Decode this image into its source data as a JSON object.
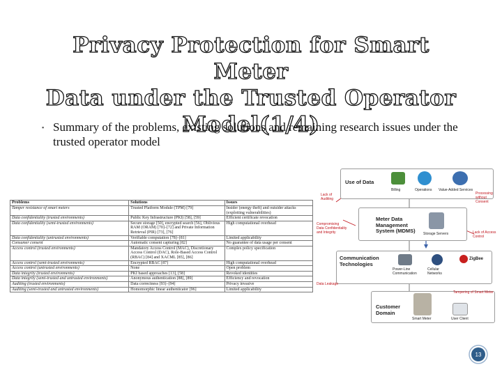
{
  "title": {
    "line1": "Privacy Protection for Smart Meter",
    "line2": "Data under the Trusted Operator",
    "line3": "Model(1/4)"
  },
  "bullet": {
    "marker": "▪",
    "text": "Summary of the problems, existing solutions and remaining research issues under the trusted operator model"
  },
  "table": {
    "headers": [
      "Problems",
      "Solutions",
      "Issues"
    ],
    "rows": [
      [
        "Tamper resistance of smart meters",
        "Trusted Platform Module (TPM) [79]",
        "Insider (energy theft) and outsider attacks (exploiting vulnerabilities)"
      ],
      [
        "Data confidentiality (trusted environments)",
        "Public Key Infrastructure (PKI) [58], [59]",
        "Efficient certificate revocation"
      ],
      [
        "Data confidentiality (semi-trusted environments)",
        "Secure storage [50], encrypted search [56], Oblivious RAM (ORAM) [70]–[72] and Private Information Retrieval (PIR) [73], [76]",
        "High computational overhead"
      ],
      [
        "Data confidentiality (untrusted environments)",
        "Verifiable computation [78]–[81]",
        "Limited applicability"
      ],
      [
        "Consumer consent",
        "Automatic consent capturing [82]",
        "No guarantee of data usage per consent"
      ],
      [
        "Access control (trusted environments)",
        "Mandatory Access Control (MAC), Discretionary Access Control (DAC), Role-Based Access Control (RBAC) [84] and XACML [85], [86]",
        "Complex policy specification"
      ],
      [
        "Access control (semi-trusted environments)",
        "Encrypted RBAC [87]",
        "High computational overhead"
      ],
      [
        "Access control (untrusted environments)",
        "None",
        "Open problem"
      ],
      [
        "Data integrity (trusted environments)",
        "PKI based approaches [13], [58]",
        "Revoked identities"
      ],
      [
        "Data integrity (semi-trusted and untrusted environments)",
        "Anonymous authentication [88], [89]",
        "Efficiency and revocation"
      ],
      [
        "Auditing (trusted environments)",
        "Data correctness [93]–[94]",
        "Privacy invasive"
      ],
      [
        "Auditing (semi-trusted and untrusted environments)",
        "Homomorphic linear authenticator [96]",
        "Limited applicability"
      ]
    ]
  },
  "diagram": {
    "use_of_data": "Use of Data",
    "billing": "Billing",
    "operations": "Operations",
    "value_added": "Value-Added Services",
    "mdms": "Meter Data Management System (MDMS)",
    "storage": "Storage Servers",
    "comm": "Communication Technologies",
    "plc": "Power-Line Communication",
    "cellular": "Cellular Networks",
    "zigbee": "ZigBee",
    "customer": "Customer Domain",
    "smart_meter": "Smart Meter",
    "user_client": "User Client",
    "threats": {
      "lack_auditing": "Lack of Auditing",
      "processing_consent": "Processing without Consent",
      "compromising": "Compromising Data Confidentiality and Integrity",
      "lack_access": "Lack of Access Control",
      "tampering": "Tampering of Smart Meter",
      "leakage": "Data Leakage"
    },
    "colors": {
      "threat": "#c0121a",
      "arrow": "#3b62a8",
      "zigbee": "#c8201e"
    }
  },
  "page_number": "13",
  "colors": {
    "pager_fill": "#2f5d8a",
    "pager_ring": "#9ab3cf"
  }
}
